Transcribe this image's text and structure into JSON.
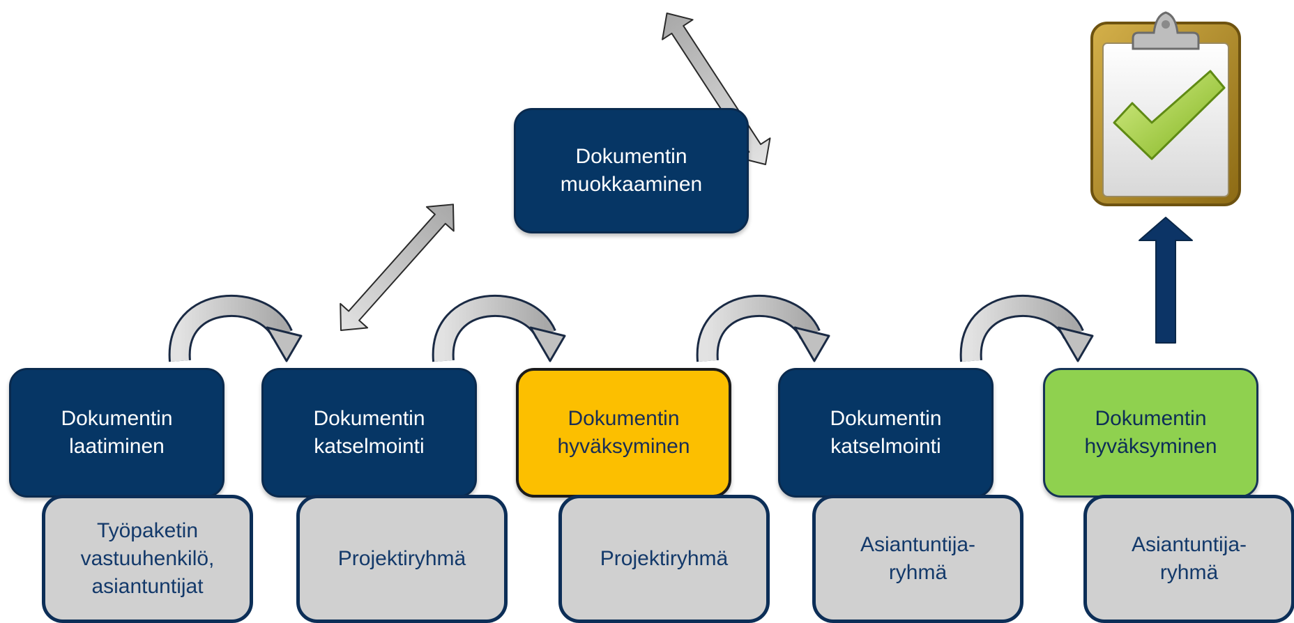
{
  "diagram": {
    "top_node": {
      "label": "Dokumentin\nmuokkaaminen"
    },
    "stages": [
      {
        "label": "Dokumentin\nlaatiminen"
      },
      {
        "label": "Dokumentin\nkatselmointi"
      },
      {
        "label": "Dokumentin\nhyväksyminen",
        "color": "#fcbf00"
      },
      {
        "label": "Dokumentin\nkatselmointi"
      },
      {
        "label": "Dokumentin\nhyväksyminen",
        "color": "#8fd14f"
      }
    ],
    "actors": [
      {
        "label": "Työpaketin\nvastuuhenkilö,\nasiantuntijat"
      },
      {
        "label": "Projektiryhmä"
      },
      {
        "label": "Projektiryhmä"
      },
      {
        "label": "Asiantuntija-\nryhmä"
      },
      {
        "label": "Asiantuntija-\nryhmä"
      }
    ],
    "colors": {
      "stage_fill": "#063665",
      "actor_fill": "#d0d0d0",
      "arrow_gray": "#c8c8c8",
      "arrow_navy": "#0c3466",
      "clipboard_frame": "#b8922d",
      "check_green": "#9acd32"
    },
    "icons": [
      "clipboard-check-icon"
    ]
  }
}
